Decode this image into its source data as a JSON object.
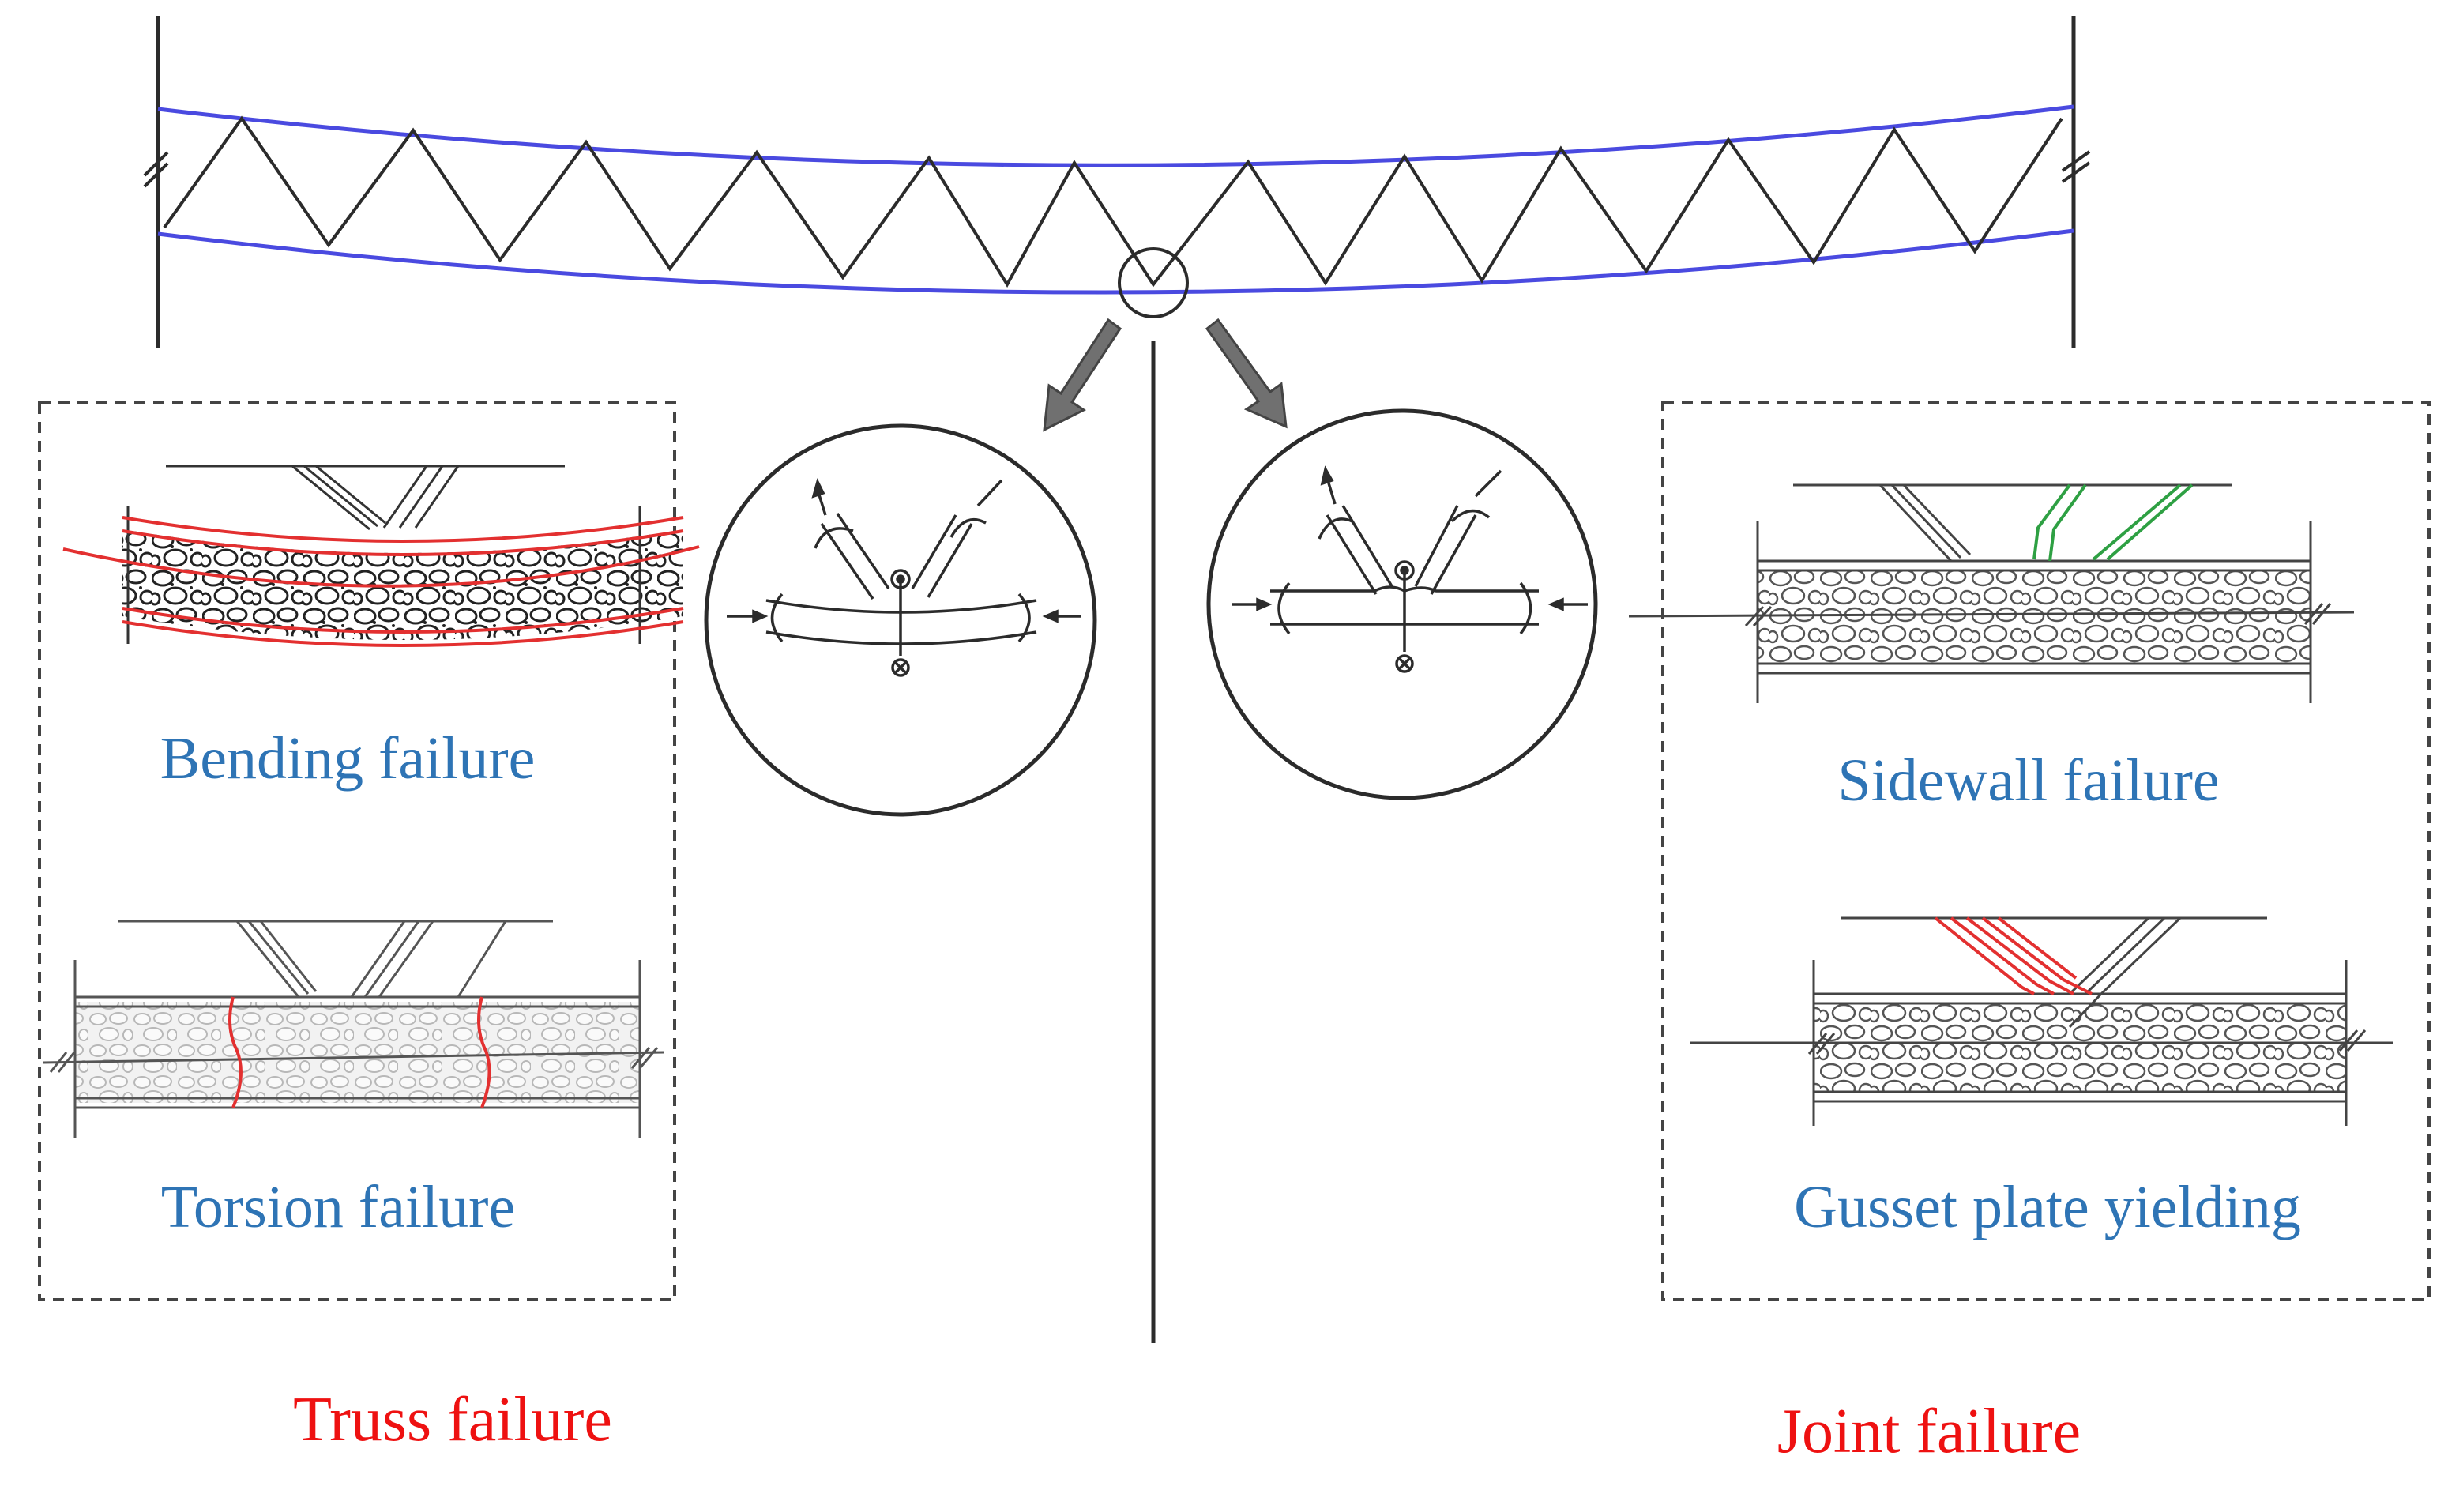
{
  "labels": {
    "bending": "Bending failure",
    "torsion": "Torsion failure",
    "sidewall": "Sidewall failure",
    "gusset": "Gusset plate yielding",
    "truss": "Truss failure",
    "joint": "Joint failure"
  },
  "colors": {
    "chord": "#4a4ae0",
    "line": "#2b2b2b",
    "blue_text": "#2e74b5",
    "red_text": "#ee1111",
    "failure_red": "#e33030",
    "failure_green": "#2ea043",
    "arrow_fill": "#707070"
  }
}
